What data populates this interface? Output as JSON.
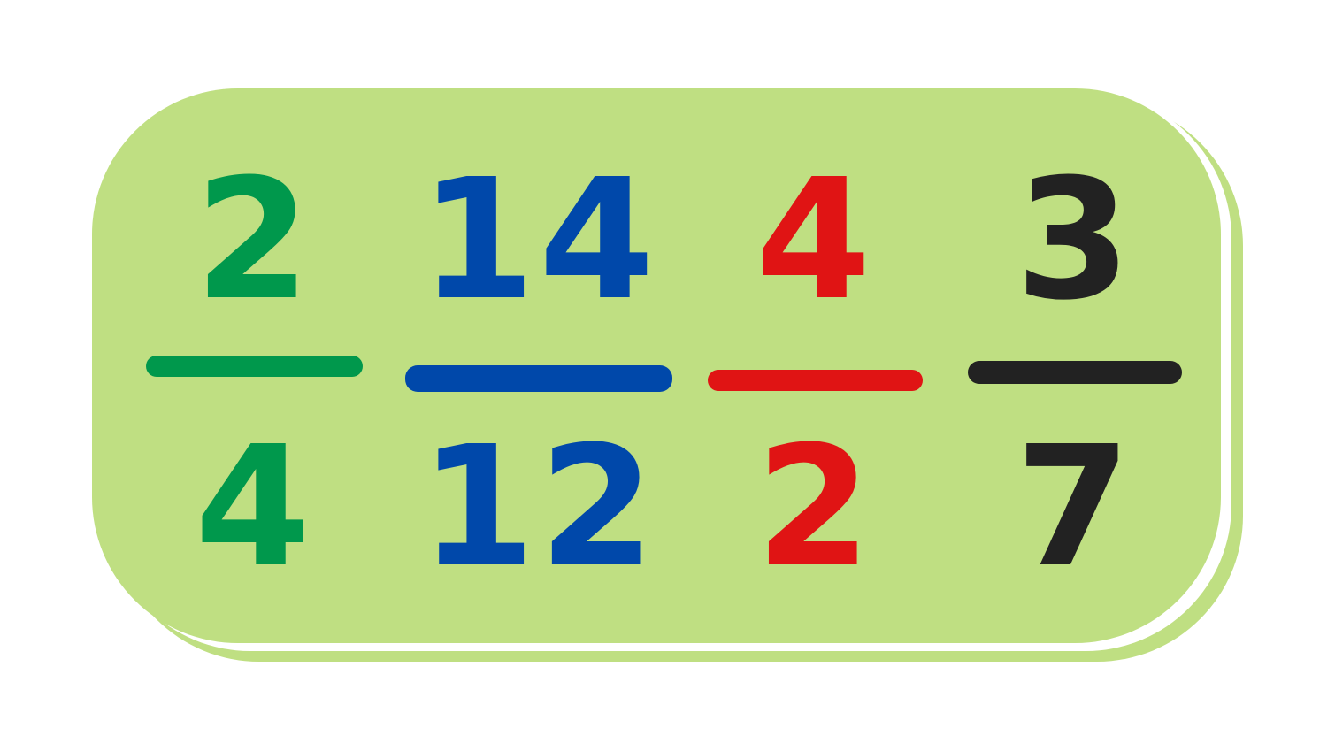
{
  "colors": {
    "card": "#bfdf82",
    "green": "#00984c",
    "blue": "#0048aa",
    "red": "#e01414",
    "black": "#222222"
  },
  "fractions": [
    {
      "numerator": "2",
      "denominator": "4",
      "color": "#00984c"
    },
    {
      "numerator": "14",
      "denominator": "12",
      "color": "#0048aa"
    },
    {
      "numerator": "4",
      "denominator": "2",
      "color": "#e01414"
    },
    {
      "numerator": "3",
      "denominator": "7",
      "color": "#222222"
    }
  ]
}
